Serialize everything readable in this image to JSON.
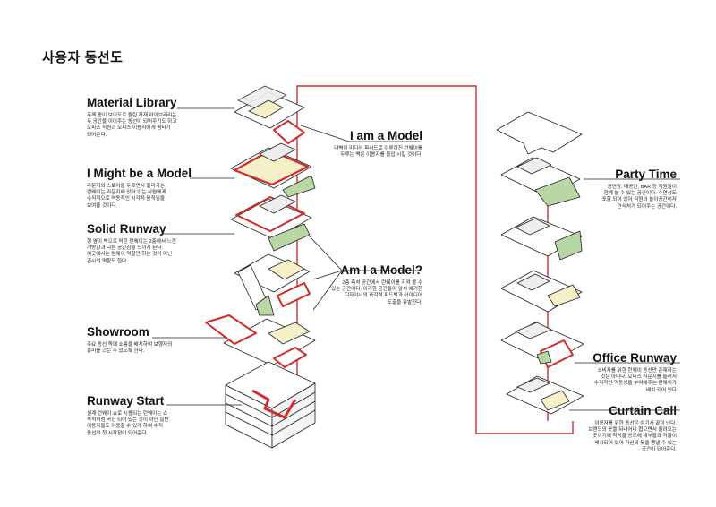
{
  "title": "사용자 동선도",
  "colors": {
    "route": "#d42a2a",
    "ink": "#222222",
    "grass": "#b9d6a5",
    "floor": "#f6f0c8"
  },
  "labels": {
    "material_library": {
      "heading": "Material Library",
      "body": "두께 종이 보이도로 돌린 자재 라이브러리는\n두 공간을 이어주는 동선이 되어주기도 하고\n오피스 직원과 오피스 이용자에게 쉼터가\n되어준다."
    },
    "i_might_be_a_model": {
      "heading": "I Might be a Model",
      "body": "라운지와 스토어를 두르면서 올라가는\n런웨이는 라운지에 앉아 있는 사람에게\n수직적으로 역동적인 시각적 움직임을\n보여줄 것이다."
    },
    "solid_runway": {
      "heading": "Solid Runway",
      "body": "형 옆이 벽으로 막힌 런웨이는 2층에서 느낀\n개방감과 다른 공간감을 느끼게 된다.\n여곳에서는 런웨이 역할만 하는 것이 아닌\n관시의 역할도 한다."
    },
    "showroom": {
      "heading": "Showroom",
      "body": "주요 동선 쪽에 쇼룸을 배치하여 보행자의\n흥미를 끄는 수 있도록 한다."
    },
    "runway_start": {
      "heading": "Runway Start",
      "body": "설계 런웨이 쇼로 시용되는 런웨이는 쇼\n목적처럼 곡한 되어 있는 것이 아닌 일반\n이용자들도 이용할 수 있게 하여 수직\n동선의 첫 시작점이 되어준다."
    },
    "i_am_a_model": {
      "heading": "I am a Model",
      "body": "내벽이 미디어 파사드로 이루어진 런웨이를\n두루는 벽은 이용자를 몰입 시킬 것이다."
    },
    "am_i_a_model": {
      "heading": "Am I a Model?",
      "body": "2층 측석 공간에서 런웨이를 지켜 볼 수\n있는 공간이다. 이러한 공간들이 앞서 얘기한\n디자이너의 즉각적 피드백과 아이디어\n도출을 유발한다."
    },
    "party_time": {
      "heading": "Party Time",
      "body": "공연장, 대공간, BAR 등 직원들이\n함께 놀 수 있는 공간이다. 수연성도\n포함 되어 있어 직원의 놀이공간이자\n안식처가 되어주는 공간이다."
    },
    "office_runway": {
      "heading": "Office Runway",
      "body": "소비자를 위한 런웨이 동선만 존재하는\n것은 아니다. 오피스 라운지를 둘러서\n수직적인 역동성을 부여해주는 런웨이가\n배치 되어 있다"
    },
    "curtain_call": {
      "heading": "Curtain Call",
      "body": "이용자를 위한 동선은 여기서 끝이 난다.\n브랜드의 옷을 뒤내어니 협으면서 올려오는\n곳이기에 착석을 공조해 내부들과 거물이\n배치되어 있어 자신의 옷을 뽐낼 수 있는\n공간이 되어준다."
    }
  }
}
